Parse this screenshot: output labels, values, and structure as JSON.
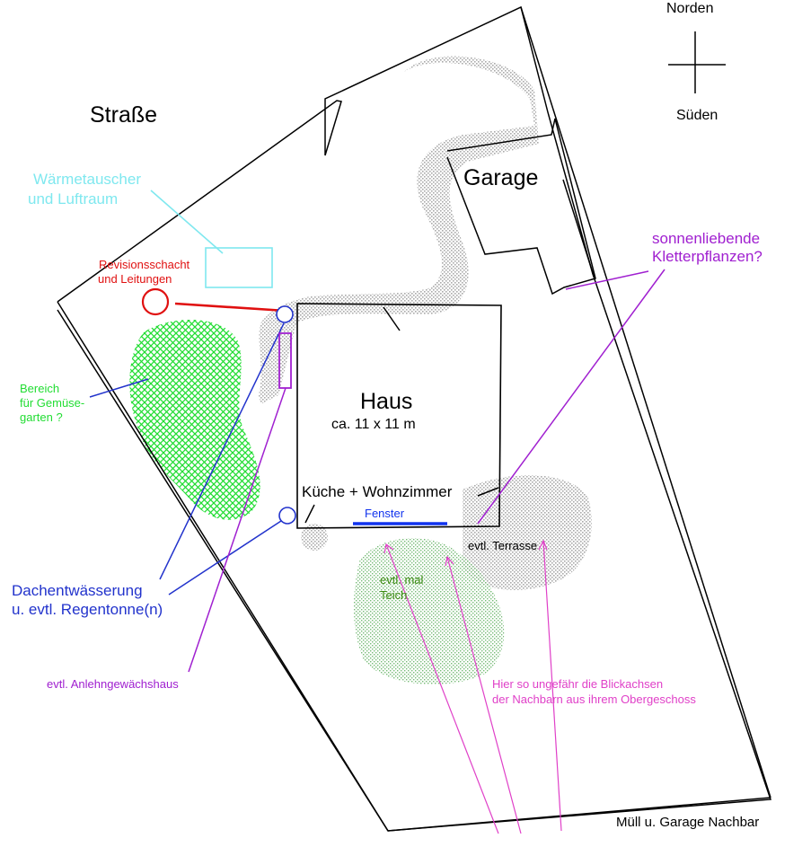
{
  "compass": {
    "north": "Norden",
    "south": "Süden"
  },
  "labels": {
    "street": "Straße",
    "heat_exchanger_1": "Wärmetauscher",
    "heat_exchanger_2": "und Luftraum",
    "inspection_1": "Revisionsschacht",
    "inspection_2": "und Leitungen",
    "garage": "Garage",
    "climbers_1": "sonnenliebende",
    "climbers_2": "Kletterpflanzen?",
    "veg_1": "Bereich",
    "veg_2": "für Gemüse-",
    "veg_3": "garten ?",
    "house": "Haus",
    "house_size": "ca. 11 x 11 m",
    "kitchen": "Küche + Wohnzimmer",
    "window": "Fenster",
    "terrace": "evtl. Terrasse",
    "pond_1": "evtl. mal",
    "pond_2": "Teich",
    "drainage_1": "Dachentwässerung",
    "drainage_2": "u. evtl. Regentonne(n)",
    "greenhouse": "evtl. Anlehngewächshaus",
    "sightlines_1": "Hier so ungefähr die Blickachsen",
    "sightlines_2": "der Nachbarn aus ihrem Obergeschoss",
    "neighbor": "Müll u. Garage Nachbar"
  },
  "colors": {
    "outline": "#000000",
    "cyan": "#7fe8ef",
    "red": "#e01010",
    "green": "#22dd33",
    "blue": "#2233cc",
    "purple": "#a020d0",
    "magenta": "#e040c8",
    "dark_green": "#3a8a10",
    "gray": "#b8b8b8"
  }
}
